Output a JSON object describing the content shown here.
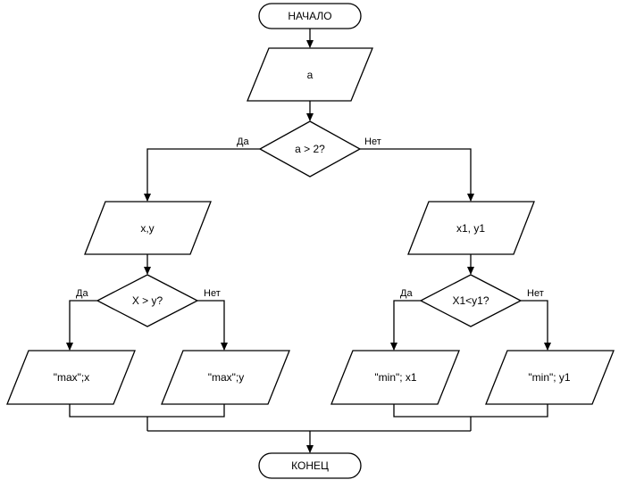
{
  "flowchart": {
    "start": "НАЧАЛО",
    "end": "КОНЕЦ",
    "input_a": "a",
    "cond_main": "a > 2?",
    "input_xy": "x,y",
    "input_x1y1": "x1, y1",
    "cond_left": "X > y?",
    "cond_right": "X1<y1?",
    "out_max_x": "\"max\";x",
    "out_max_y": "\"max\";y",
    "out_min_x1": "\"min\"; x1",
    "out_min_y1": "\"min\"; y1",
    "yes_label": "Да",
    "no_label": "Нет"
  }
}
